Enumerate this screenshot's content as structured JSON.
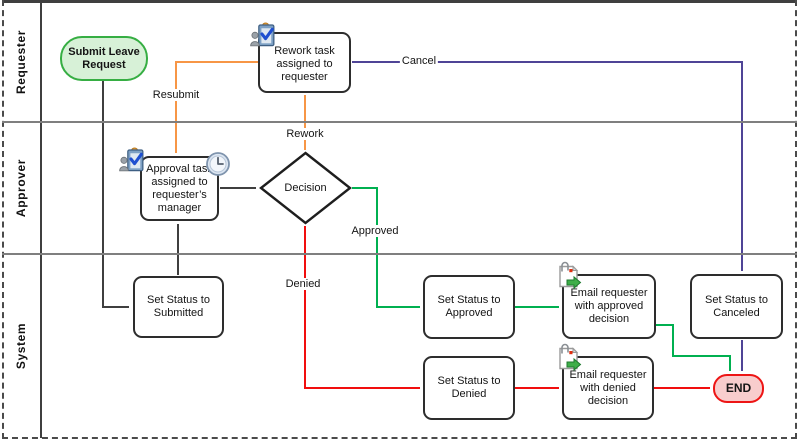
{
  "lanes": {
    "requester": "Requester",
    "approver": "Approver",
    "system": "System"
  },
  "nodes": {
    "start": {
      "type": "start",
      "label": "Submit Leave Request"
    },
    "rework_task": {
      "type": "task",
      "label": "Rework task assigned to requester"
    },
    "approval_task": {
      "type": "task",
      "label": "Approval task assigned to requester’s manager"
    },
    "decision": {
      "type": "decision",
      "label": "Decision"
    },
    "set_submitted": {
      "type": "process",
      "label": "Set Status to Submitted"
    },
    "set_approved": {
      "type": "process",
      "label": "Set Status to Approved"
    },
    "email_approved": {
      "type": "email",
      "label": "Email requester with approved decision"
    },
    "set_canceled": {
      "type": "process",
      "label": "Set Status to Canceled"
    },
    "set_denied": {
      "type": "process",
      "label": "Set Status to Denied"
    },
    "email_denied": {
      "type": "email",
      "label": "Email requester with denied decision"
    },
    "end": {
      "type": "end",
      "label": "END"
    }
  },
  "edge_labels": {
    "resubmit": "Resubmit",
    "rework": "Rework",
    "cancel": "Cancel",
    "approved": "Approved",
    "denied": "Denied"
  },
  "icons": {
    "task": "task-person-icon",
    "timer": "clock-icon",
    "email": "email-document-icon"
  },
  "colors": {
    "normal": "#3f3f3f",
    "resubmit_rework": "#f79646",
    "approved": "#00b050",
    "denied": "#f10e0e",
    "cancel": "#4f4496",
    "start_fill": "#d7f1d7",
    "start_stroke": "#36ae43",
    "end_fill": "#f8cdcd",
    "end_stroke": "#ed1515",
    "lane_line": "#7f7f7f"
  }
}
